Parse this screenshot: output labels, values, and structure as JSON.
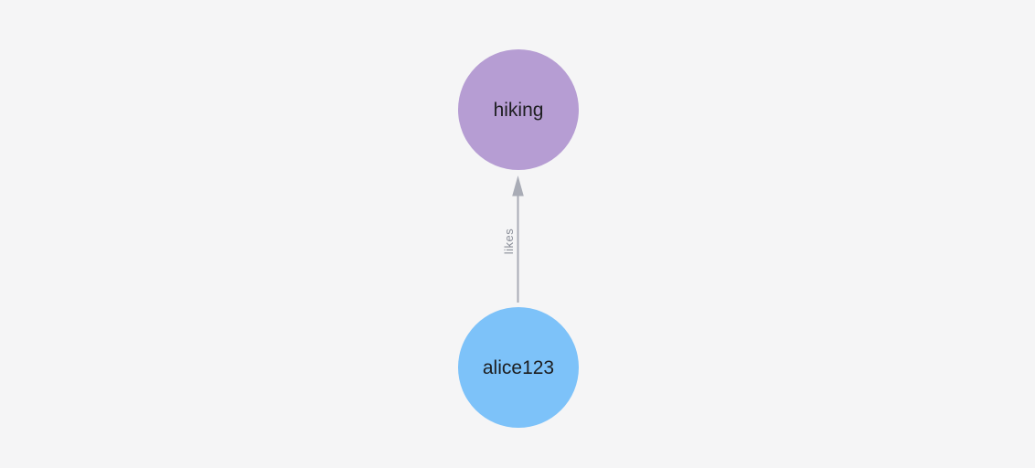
{
  "canvas": {
    "background_color": "#f5f5f6"
  },
  "graph": {
    "nodes": [
      {
        "label": "hiking",
        "color": "#b69dd3",
        "text_color": "#1d1e20"
      },
      {
        "label": "alice123",
        "color": "#7dc2f9",
        "text_color": "#1d1e20"
      }
    ],
    "edge": {
      "label": "likes",
      "source": "alice123",
      "target": "hiking",
      "direction": "up",
      "color": "#a9acb6",
      "label_color": "#8b8f99"
    }
  }
}
